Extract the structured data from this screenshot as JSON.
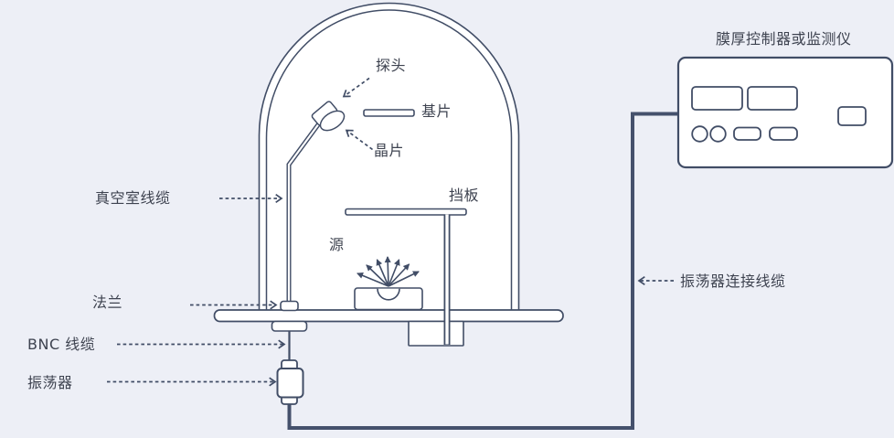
{
  "colors": {
    "background": "#edeff6",
    "line": "#414d66",
    "thick_cable": "#45516c",
    "text": "#3e4350",
    "shape_fill": "#ffffff"
  },
  "labels": {
    "probe": "探头",
    "substrate": "基片",
    "crystal": "晶片",
    "vacuum_chamber_cable": "真空室线缆",
    "shutter": "挡板",
    "source": "源",
    "flange": "法兰",
    "bnc_cable": "BNC 线缆",
    "oscillator": "振荡器",
    "controller_title": "膜厚控制器或监测仪",
    "oscillator_connection_cable": "振荡器连接线缆"
  }
}
